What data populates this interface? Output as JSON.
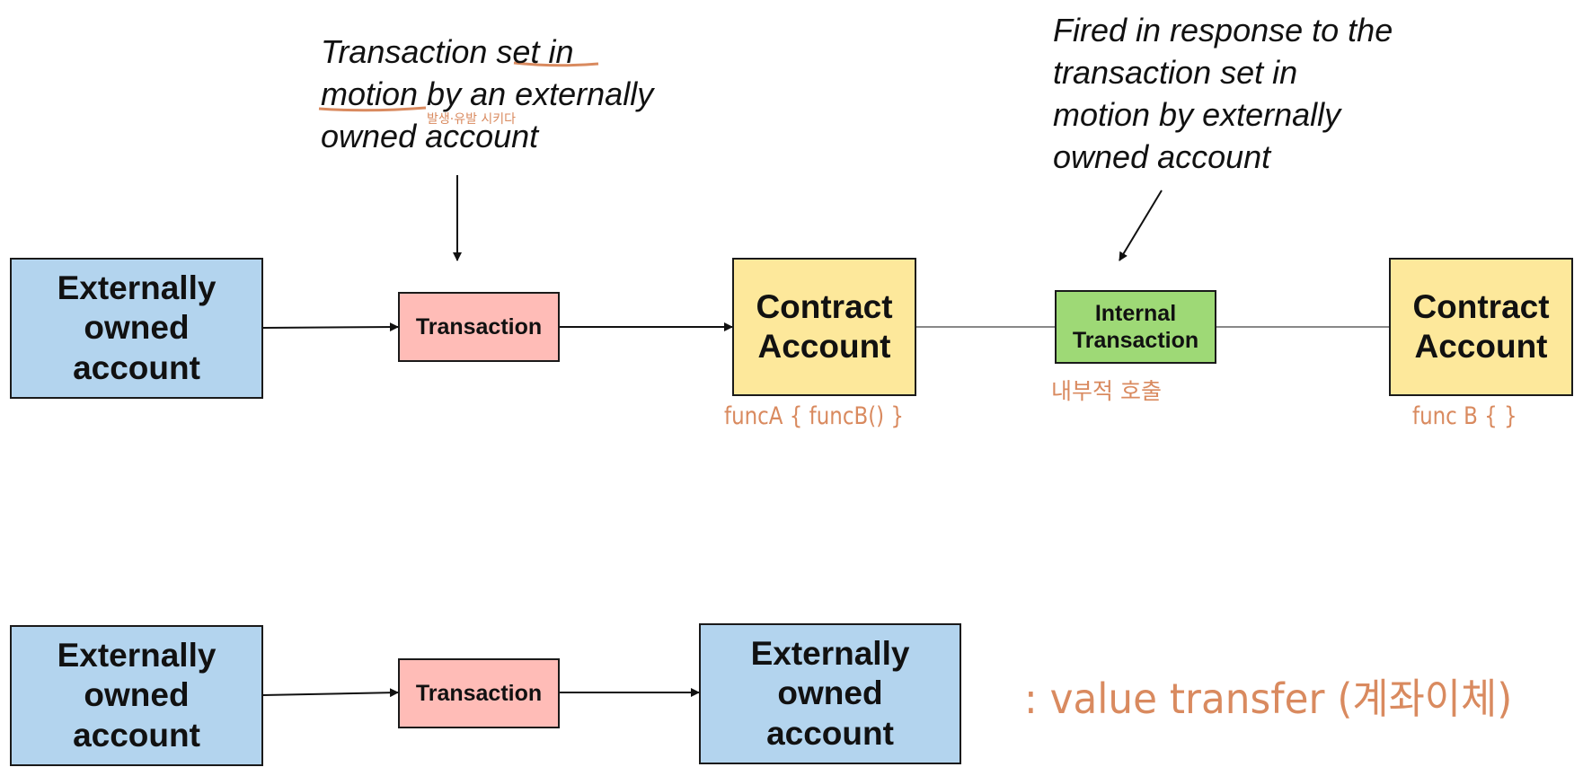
{
  "colors": {
    "eoa_fill": "#b3d4ee",
    "contract_fill": "#fde89b",
    "transaction_fill": "#ffbcb7",
    "internal_fill": "#9ed976",
    "handwriting": "#d98a5f"
  },
  "annotations": {
    "transaction_note": "Transaction set in\nmotion by an externally\nowned account",
    "internal_note": "Fired in response to the\ntransaction set in\nmotion by externally\nowned account"
  },
  "row1": {
    "eoa": "Externally\nowned\naccount",
    "transaction": "Transaction",
    "contract_a": "Contract\nAccount",
    "internal": "Internal\nTransaction",
    "contract_b": "Contract\nAccount"
  },
  "row2": {
    "eoa_from": "Externally\nowned\naccount",
    "transaction": "Transaction",
    "eoa_to": "Externally\nowned\naccount"
  },
  "handwritten": {
    "korean_gloss": "발생·유발 시키다",
    "func_a": "funcA { funcB() }",
    "internal_call": "내부적  호출",
    "func_b": "func B {   }",
    "value_transfer": ": value transfer (계좌이체)"
  }
}
